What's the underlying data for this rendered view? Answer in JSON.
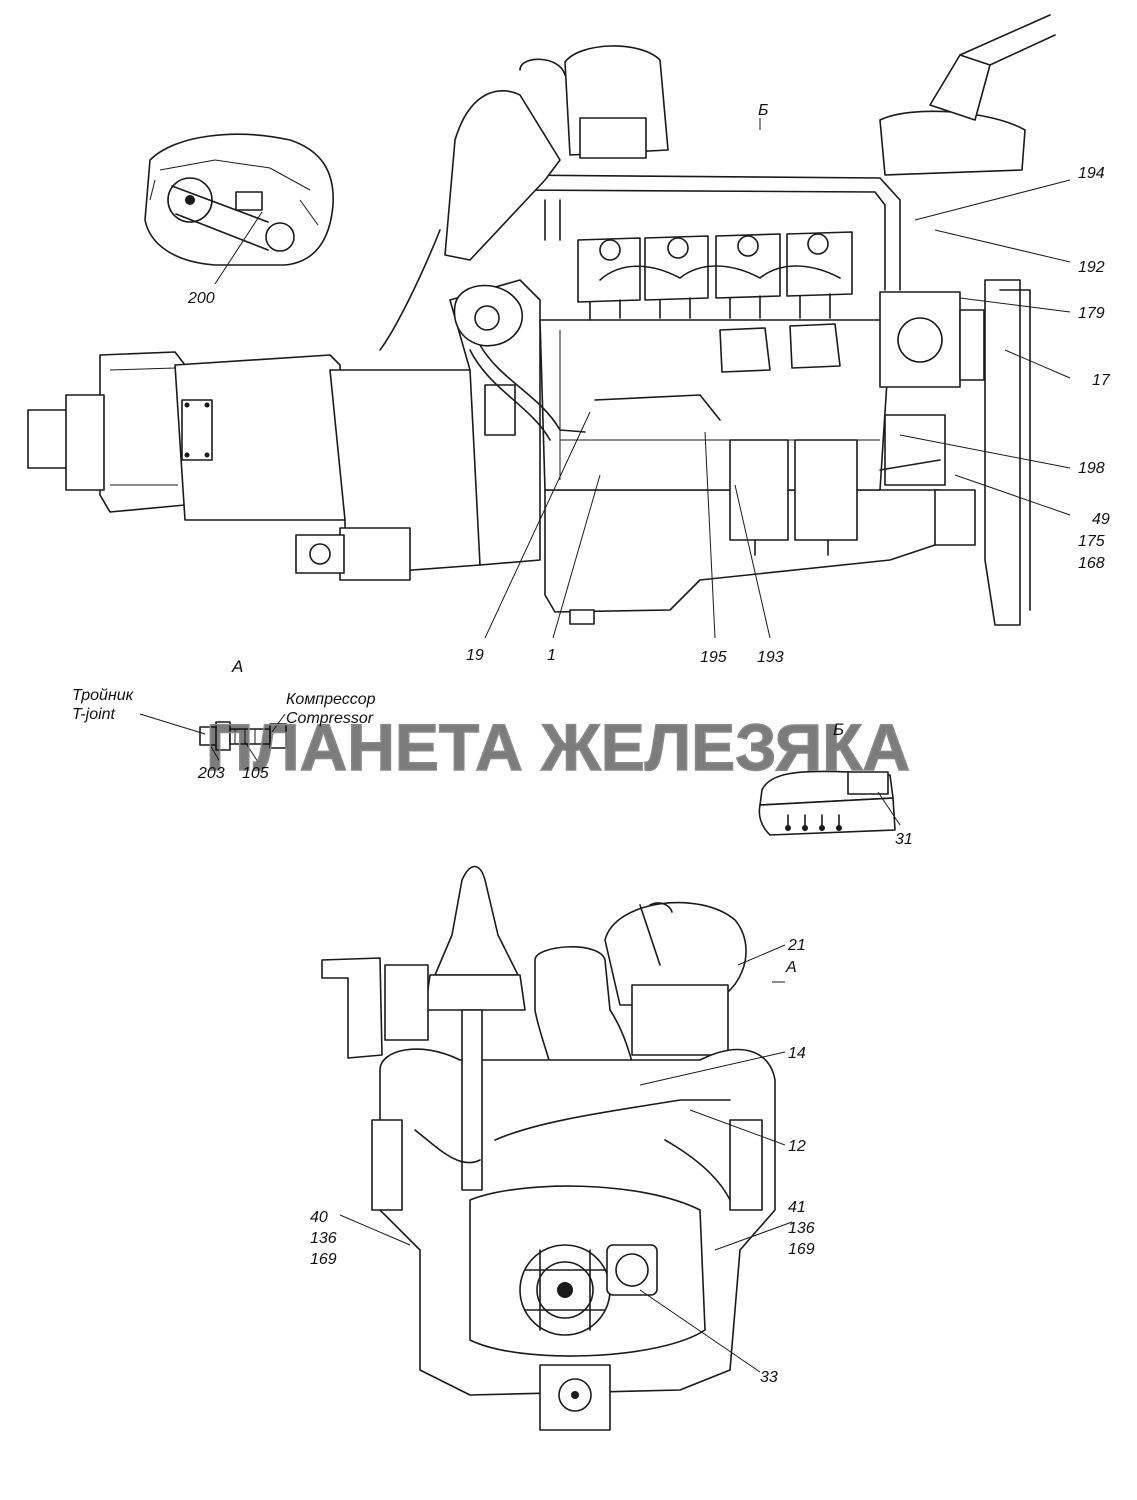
{
  "watermark": "ПЛАНЕТА ЖЕЛЕЗЯКА",
  "views": {
    "a_label": "А",
    "b_label": "Б",
    "arrow_b_label": "Б",
    "arrow_a_label": "А"
  },
  "detail_a": {
    "tee_ru": "Тройник",
    "tee_en": "T-joint",
    "compressor_ru": "Компрессор",
    "compressor_en": "Compressor",
    "part_203": "203",
    "part_105": "105"
  },
  "callouts_side": {
    "c200": "200",
    "c194": "194",
    "c192": "192",
    "c179": "179",
    "c17": "17",
    "c198": "198",
    "c49": "49",
    "c175": "175",
    "c168": "168",
    "c19": "19",
    "c1": "1",
    "c195": "195",
    "c193": "193"
  },
  "callout_detail_b": {
    "c31": "31"
  },
  "callouts_front": {
    "c21": "21",
    "c14": "14",
    "c12": "12",
    "c40": "40",
    "c136_left": "136",
    "c169_left": "169",
    "c41": "41",
    "c136_right": "136",
    "c169_right": "169",
    "c33": "33"
  }
}
